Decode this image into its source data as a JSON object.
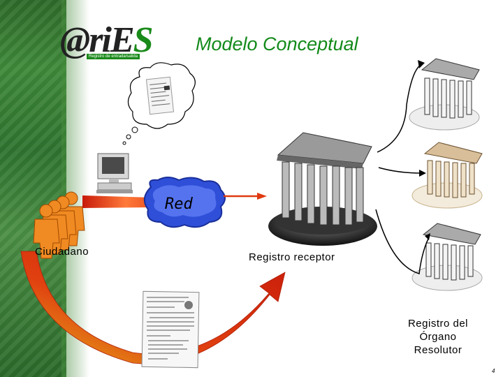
{
  "title": "Modelo Conceptual",
  "logo": {
    "text": "@riE",
    "accent": "S",
    "subtitle": "Registro de entrada/salida"
  },
  "network_label": "Red",
  "citizen_label": "Ciudadano",
  "receiver_label": "Registro receptor",
  "resolver_label": {
    "line1": "Registro del",
    "line2": "Órgano",
    "line3": "Resolutor"
  },
  "page_number": "4",
  "colors": {
    "title": "#138a1a",
    "arrow": "#e03a10",
    "network": "#2f4fd8",
    "building_beige": "#d8bf99"
  },
  "icons": [
    "thought-bubble-icon",
    "computer-icon",
    "people-icon",
    "network-cloud-icon",
    "building-icon",
    "document-icon"
  ]
}
